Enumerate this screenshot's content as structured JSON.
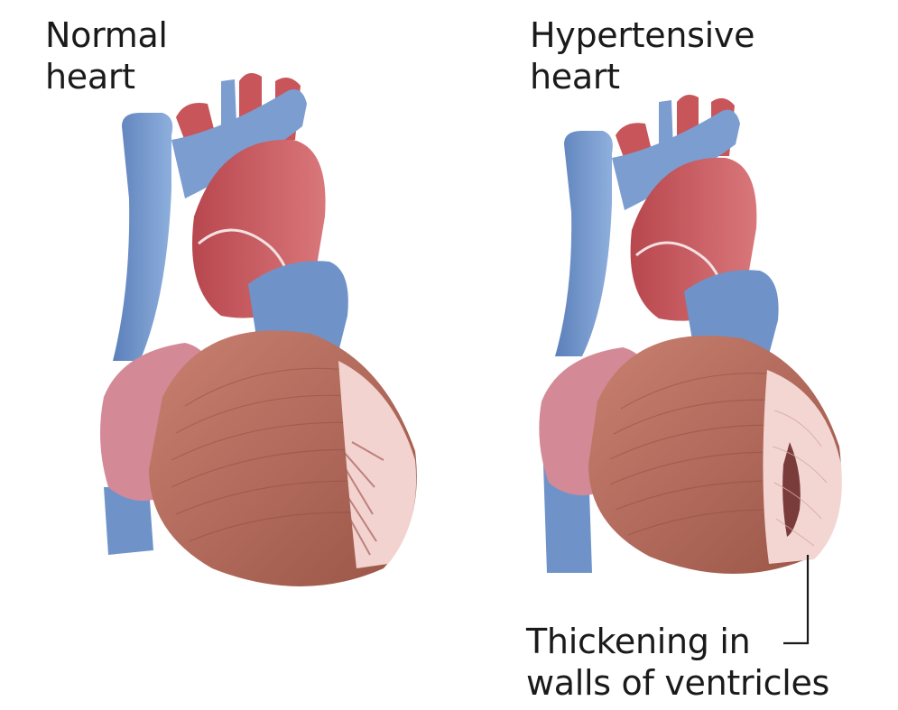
{
  "labels": {
    "normal": {
      "line1": "Normal",
      "line2": "heart"
    },
    "hypertensive": {
      "line1": "Hypertensive",
      "line2": "heart"
    },
    "callout": {
      "line1": "Thickening in",
      "line2": "walls of ventricles"
    }
  },
  "colors": {
    "vein_blue": "#6f93c9",
    "artery_red": "#c8555a",
    "muscle": "#b86f62",
    "atrium_pink": "#d48a96",
    "inner_wall": "#f3d6d2",
    "text": "#1a1a1a"
  }
}
